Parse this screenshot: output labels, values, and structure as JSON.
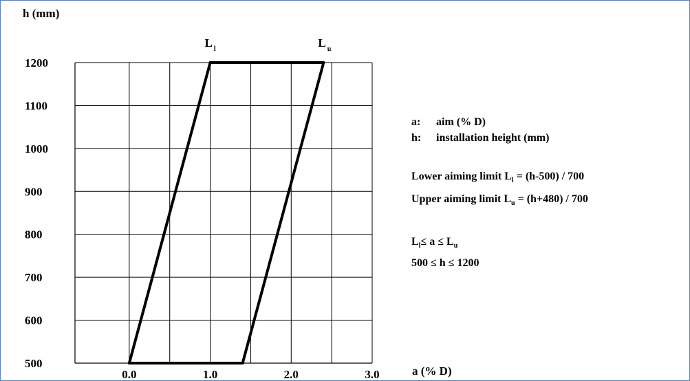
{
  "chart_data": {
    "type": "line",
    "xlabel": "a (% D)",
    "ylabel": "h (mm)",
    "xlim": [
      -0.67,
      3.0
    ],
    "ylim": [
      500,
      1200
    ],
    "xticks": [
      "0.0",
      "1.0",
      "2.0",
      "3.0"
    ],
    "xtick_values": [
      0,
      1,
      2,
      3
    ],
    "yticks": [
      "500",
      "600",
      "700",
      "800",
      "900",
      "1000",
      "1100",
      "1200"
    ],
    "ytick_values": [
      500,
      600,
      700,
      800,
      900,
      1000,
      1100,
      1200
    ],
    "grid": true,
    "series": [
      {
        "name": "Ll",
        "label_main": "L",
        "label_sub": "l",
        "x": [
          0.0,
          1.0
        ],
        "y": [
          500,
          1200
        ]
      },
      {
        "name": "Lu",
        "label_main": "L",
        "label_sub": "u",
        "x": [
          1.4,
          2.4
        ],
        "y": [
          500,
          1200
        ]
      }
    ],
    "annotations": {
      "def_a_sym": "a:",
      "def_a_text": "aim  (% D)",
      "def_h_sym": "h:",
      "def_h_text": "installation height (mm)",
      "lower_prefix": "Lower aiming limit L",
      "lower_sub": "l",
      "lower_suffix": " = (h-500) / 700",
      "upper_prefix": "Upper aiming limit L",
      "upper_sub": "u",
      "upper_suffix": " = (h+480) / 700",
      "ineq1_l": "L",
      "ineq1_lsub": "l",
      "ineq1_mid": "≤  a ≤ L",
      "ineq1_usub": "u",
      "ineq2": "500 ≤  h ≤  1200"
    }
  }
}
